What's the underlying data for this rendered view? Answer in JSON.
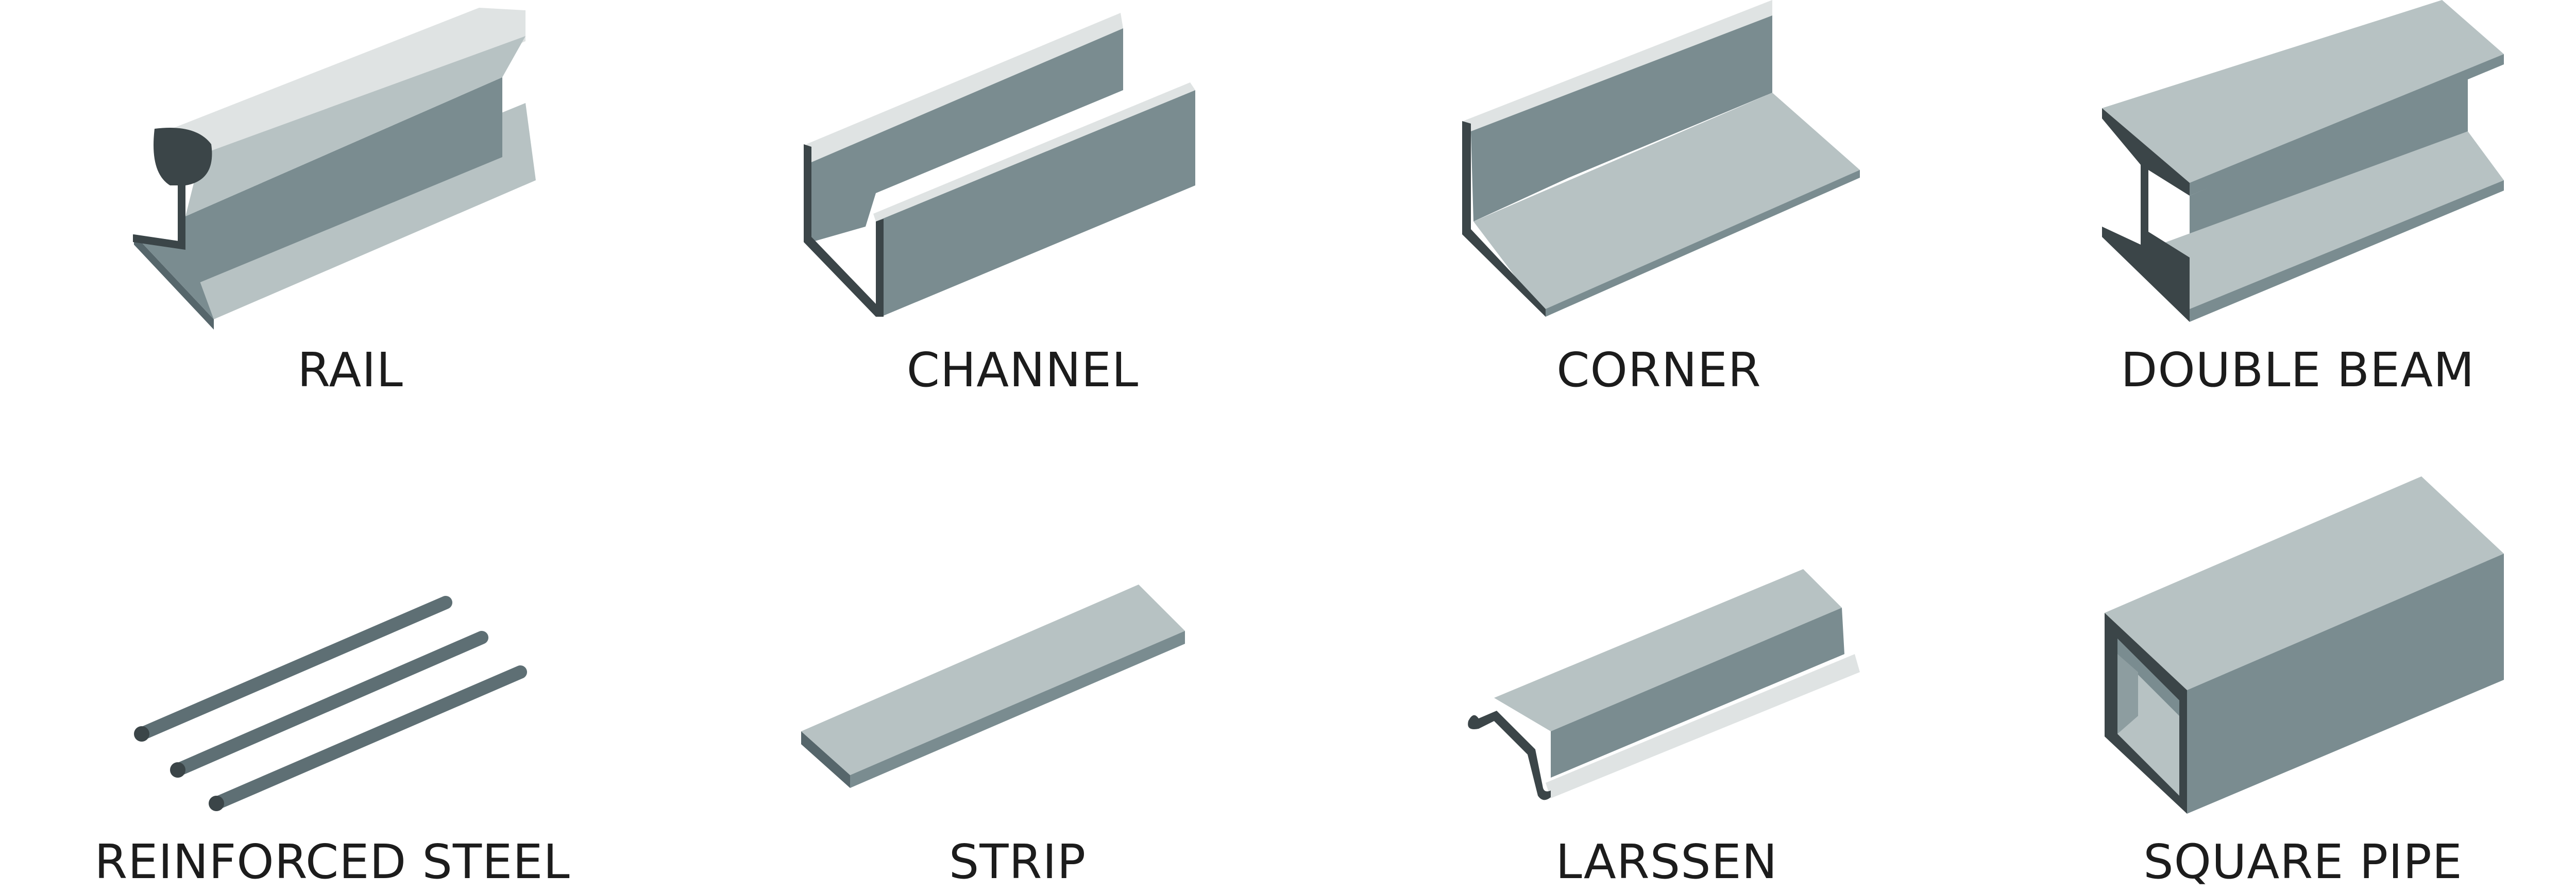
{
  "items": [
    {
      "label": "RAIL"
    },
    {
      "label": "CHANNEL"
    },
    {
      "label": "CORNER"
    },
    {
      "label": "DOUBLE BEAM"
    },
    {
      "label": "REINFORCED STEEL"
    },
    {
      "label": "STRIP"
    },
    {
      "label": "LARSSEN"
    },
    {
      "label": "SQUARE PIPE"
    }
  ],
  "colors": {
    "light": "#b7c2c3",
    "lighter": "#dfe3e3",
    "mid": "#7a8c90",
    "dark": "#56666b",
    "darkest": "#3b4548"
  }
}
